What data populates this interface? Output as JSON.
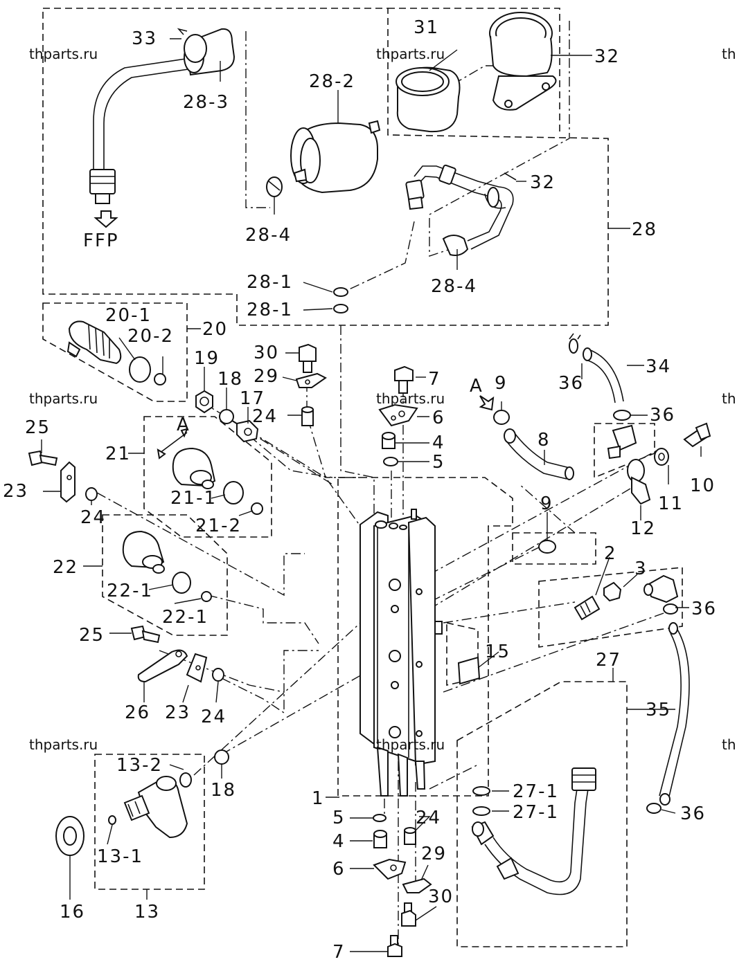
{
  "watermark": "thparts.ru",
  "arrow_labels": {
    "ffp": "FFP",
    "view_a": "A"
  },
  "callouts": {
    "c1": "1",
    "c2": "2",
    "c3": "3",
    "c4": "4",
    "c5": "5",
    "c6": "6",
    "c7": "7",
    "c8": "8",
    "c9": "9",
    "c10": "10",
    "c11": "11",
    "c12": "12",
    "c13": "13",
    "c13_1": "13-1",
    "c13_2": "13-2",
    "c15": "15",
    "c16": "16",
    "c17": "17",
    "c18": "18",
    "c19": "19",
    "c20": "20",
    "c20_1": "20-1",
    "c20_2": "20-2",
    "c21": "21",
    "c21_1": "21-1",
    "c21_2": "21-2",
    "c22": "22",
    "c22_1": "22-1",
    "c23": "23",
    "c24": "24",
    "c25": "25",
    "c26": "26",
    "c27": "27",
    "c27_1": "27-1",
    "c28": "28",
    "c28_1": "28-1",
    "c28_2": "28-2",
    "c28_3": "28-3",
    "c28_4": "28-4",
    "c29": "29",
    "c30": "30",
    "c31": "31",
    "c32": "32",
    "c33": "33",
    "c34": "34",
    "c35": "35",
    "c36": "36"
  }
}
